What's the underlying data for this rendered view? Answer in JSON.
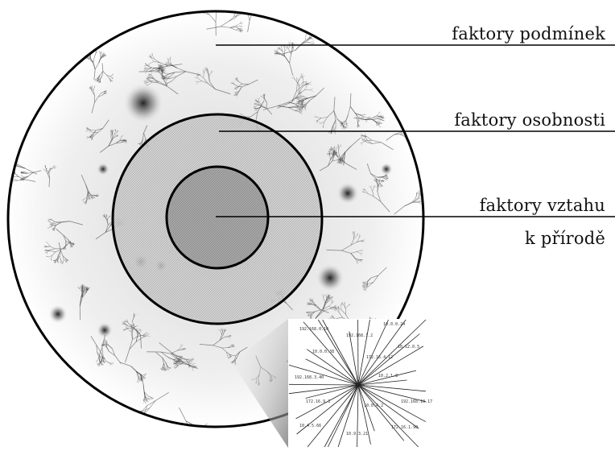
{
  "labels": {
    "conditions": "faktory  podmínek",
    "personality": "faktory osobnosti",
    "nature_line1": "faktory vztahu",
    "nature_line2": "k přírodě"
  },
  "inset": {
    "node_labels": [
      "192.168.0.10",
      "192.168.1.2",
      "10.0.0.24",
      "10.0.0.38",
      "172.16.4.12",
      "10.12.0.5",
      "192.168.3.40",
      "10.2.1.8",
      "172.16.9.3",
      "10.0.4.2",
      "192.168.10.17",
      "10.4.5.66",
      "10.9.3.21",
      "172.16.1.90"
    ]
  },
  "colors": {
    "ring": "#000000",
    "branch": "#3b3b3b",
    "shade_outer": "#e9e9e9",
    "shade_mid": "#c9c9c9",
    "shade_inner": "#9d9d9d"
  }
}
